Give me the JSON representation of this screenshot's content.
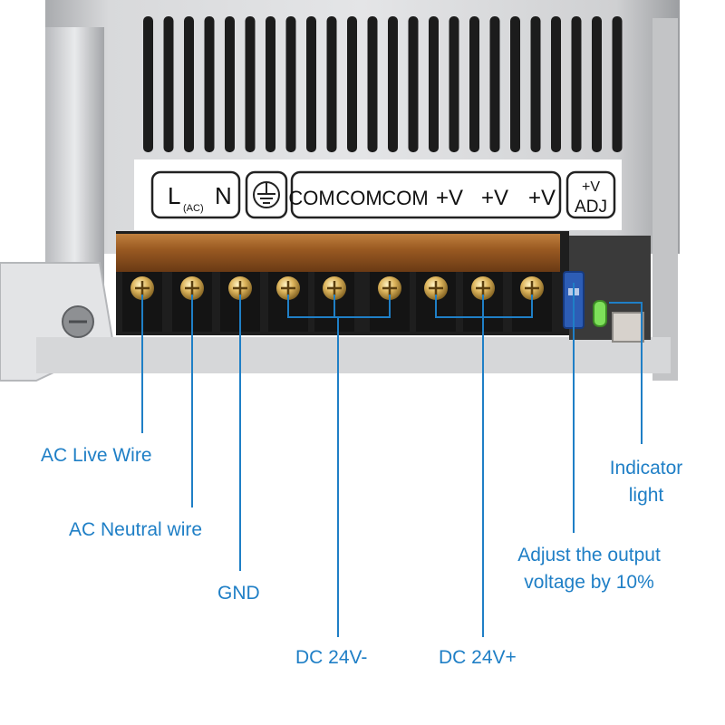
{
  "panel_labels": {
    "line": "L",
    "ac": "(AC)",
    "neutral": "N",
    "earth_symbol": "earth-ground-symbol",
    "com_1": "COM",
    "com_2": "COM",
    "com_3": "COM",
    "v_plus_1": "+V",
    "v_plus_2": "+V",
    "v_plus_3": "+V",
    "adj_top": "+V",
    "adj_bottom": "ADJ"
  },
  "callouts": {
    "ac_live": "AC Live Wire",
    "ac_neutral": "AC Neutral wire",
    "gnd": "GND",
    "dc_minus": "DC 24V-",
    "dc_plus": "DC 24V+",
    "indicator_line1": "Indicator",
    "indicator_line2": "light",
    "adjust_line1": "Adjust the output",
    "adjust_line2": "voltage by 10%"
  },
  "colors": {
    "callout_blue": "#1f7fc6",
    "housing_silver": "#c9cacc",
    "terminal_brass": "#d9b25a",
    "terminal_block": "#a8652c",
    "label_strip": "#ffffff"
  }
}
